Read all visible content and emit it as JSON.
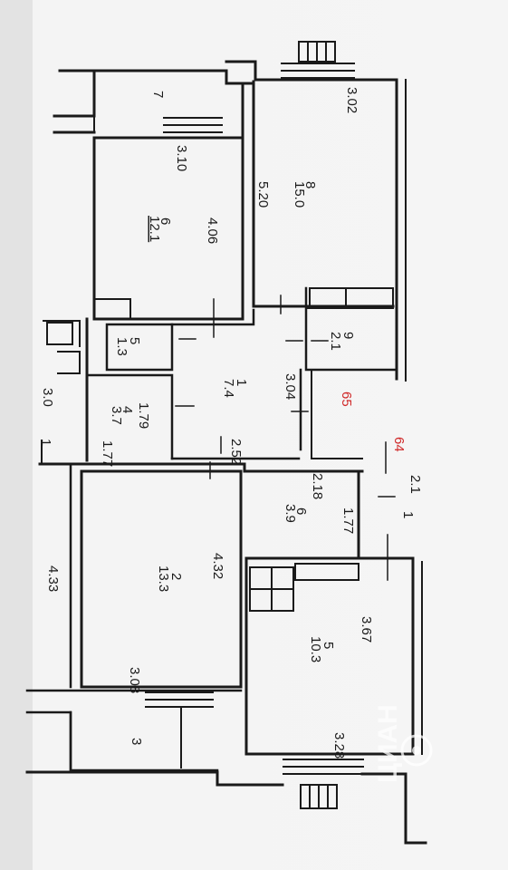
{
  "plan": {
    "rooms": [
      {
        "id": "r7",
        "number": "7",
        "area": "",
        "dims": []
      },
      {
        "id": "r6a",
        "number": "6",
        "area": "12.1",
        "dims": [
          "4.06",
          "3.10"
        ]
      },
      {
        "id": "r8",
        "number": "8",
        "area": "15.0",
        "dims": [
          "5.20",
          "3.02"
        ]
      },
      {
        "id": "r5a",
        "number": "5",
        "area": "1.3",
        "dims": []
      },
      {
        "id": "r4",
        "number": "4",
        "area": "3.7",
        "dims": [
          "1.79",
          "1.77"
        ]
      },
      {
        "id": "r1",
        "number": "1",
        "area": "7.4",
        "dims": [
          "3.04",
          "2.52"
        ]
      },
      {
        "id": "r9",
        "number": "9",
        "area": "2.1",
        "dims": []
      },
      {
        "id": "r2",
        "number": "2",
        "area": "13.3",
        "dims": [
          "4.32",
          "3.08"
        ]
      },
      {
        "id": "r6b",
        "number": "6",
        "area": "3.9",
        "dims": [
          "2.18",
          "1.77"
        ]
      },
      {
        "id": "r5b",
        "number": "5",
        "area": "10.3",
        "dims": [
          "3.67",
          "3.28"
        ]
      },
      {
        "id": "r3",
        "number": "3",
        "area": "",
        "dims": []
      }
    ],
    "extra_labels": [
      "4.33",
      "3.0",
      "1",
      "1",
      "2.1"
    ],
    "red_labels": [
      "65",
      "64"
    ],
    "watermark": "ЦИАН"
  }
}
